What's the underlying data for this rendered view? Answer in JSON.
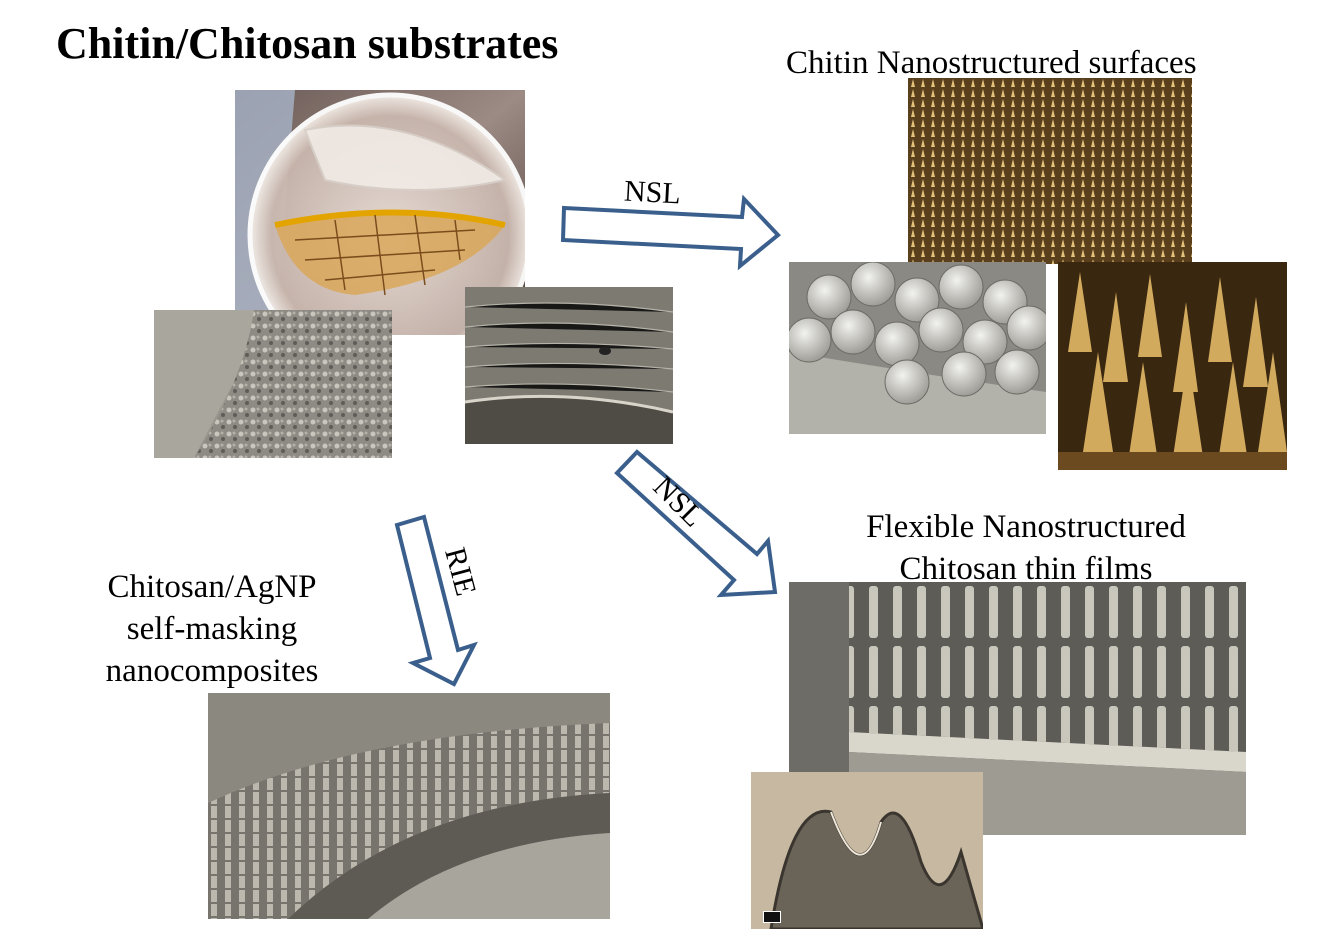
{
  "title": "Chitin/Chitosan substrates",
  "labels": {
    "chitin_surfaces": "Chitin Nanostructured surfaces",
    "flexible_line1": "Flexible Nanostructured",
    "flexible_line2": "Chitosan thin films",
    "agnp_line1": "Chitosan/AgNP",
    "agnp_line2": "self-masking",
    "agnp_line3": "nanocomposites"
  },
  "arrows": {
    "nsl_top": "NSL",
    "nsl_diagonal": "NSL",
    "rie": "RIE"
  },
  "colors": {
    "arrow_stroke": "#3b5f8c",
    "sem_gray": "#8c8a82",
    "sem_gold": "#b5904e"
  }
}
